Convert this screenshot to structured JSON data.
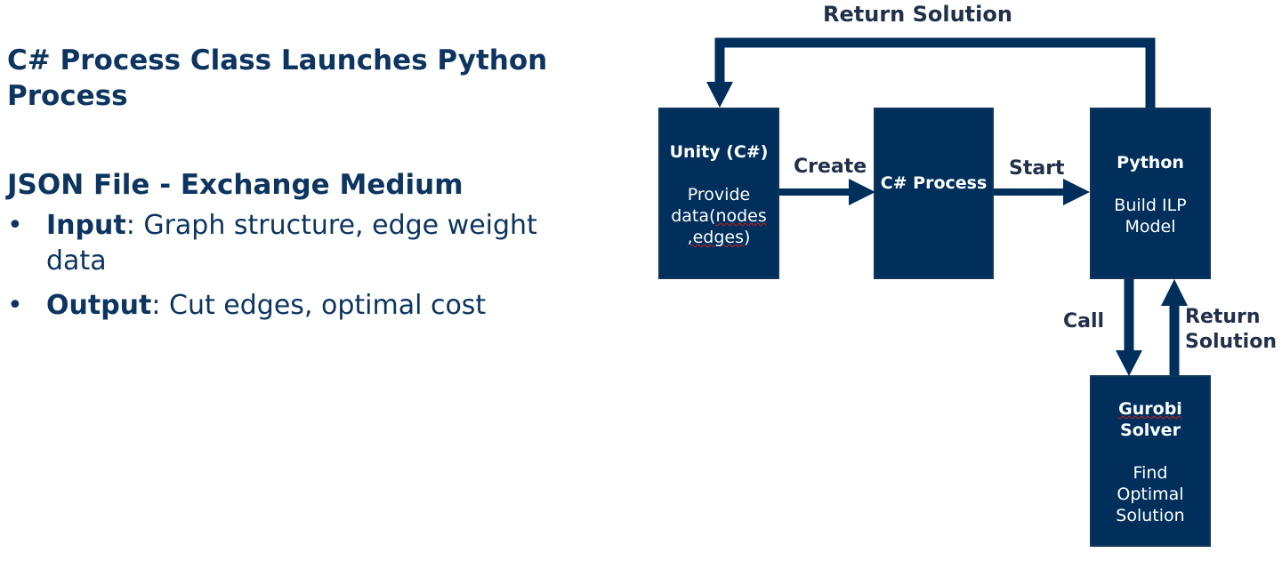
{
  "left": {
    "heading1_line1": "C# Process Class Launches Python",
    "heading1_line2": "Process",
    "heading2": "JSON File - Exchange Medium",
    "bullets": [
      {
        "marker": "•",
        "term": "Input",
        "rest": ": Graph structure, edge weight",
        "rest2": "data"
      },
      {
        "marker": "•",
        "term": "Output",
        "rest": ": Cut edges, optimal cost"
      }
    ]
  },
  "diagram": {
    "colors": {
      "box_fill": "#002f5c",
      "arrow": "#002f5c",
      "label": "#23304a",
      "heading": "#0d3560"
    },
    "boxes": {
      "unity": {
        "title": "Unity (C#)",
        "line1": "Provide",
        "line2": "data(nodes",
        "line3": ",edges)"
      },
      "csprocess": {
        "title": "C# Process"
      },
      "python": {
        "title": "Python",
        "line1": "Build ILP",
        "line2": "Model"
      },
      "gurobi": {
        "title_line1": "Gurobi",
        "title_line2": "Solver",
        "line1": "Find",
        "line2": "Optimal",
        "line3": "Solution"
      }
    },
    "labels": {
      "return_top": "Return Solution",
      "create": "Create",
      "start": "Start",
      "call": "Call",
      "return_right_line1": "Return",
      "return_right_line2": "Solution"
    }
  }
}
